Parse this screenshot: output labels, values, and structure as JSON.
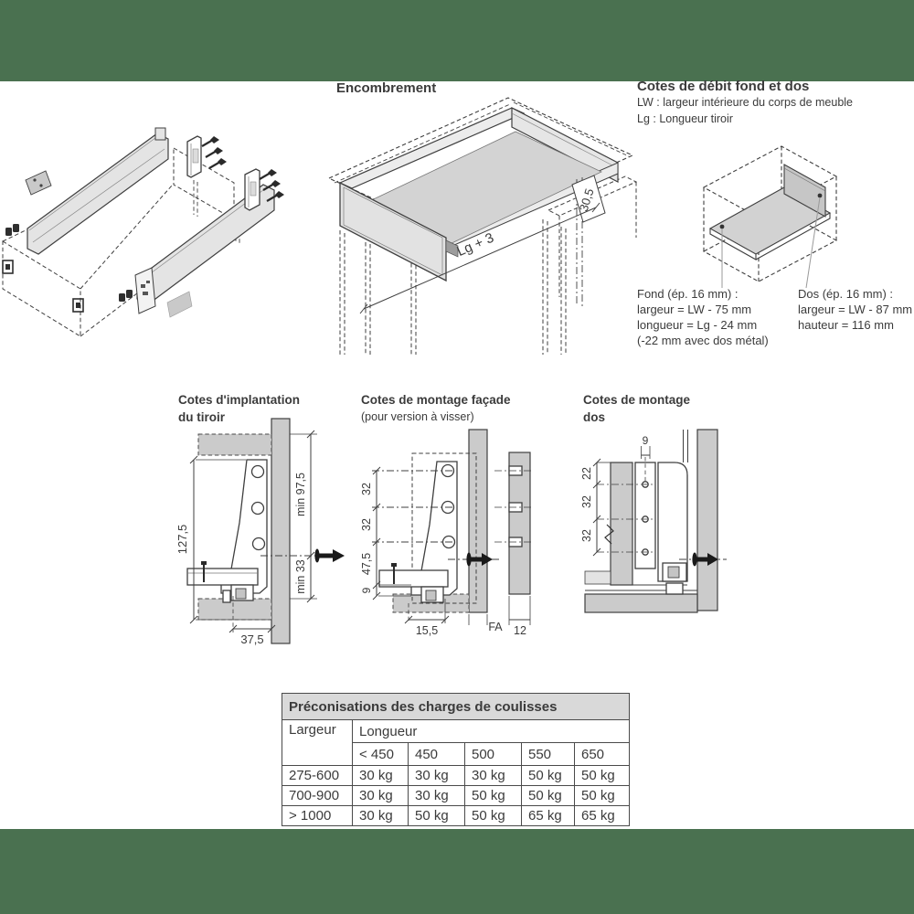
{
  "page": {
    "band_color": "#4a7150",
    "background": "#ffffff"
  },
  "encombrement": {
    "title": "Encombrement",
    "dim_depth": "Lg + 3",
    "dim_height": "30,5"
  },
  "cotes_debit": {
    "title": "Cotes de débit fond et dos",
    "legend_lw": "LW : largeur intérieure du corps de meuble",
    "legend_lg": "Lg : Longueur tiroir",
    "fond_title": "Fond (ép. 16 mm) :",
    "fond_line1": "largeur = LW - 75 mm",
    "fond_line2": "longueur = Lg - 24 mm",
    "fond_line3": "(-22 mm avec dos métal)",
    "dos_title": "Dos (ép. 16 mm) :",
    "dos_line1": "largeur = LW - 87 mm",
    "dos_line2": "hauteur = 116 mm"
  },
  "implantation": {
    "title1": "Cotes d'implantation",
    "title2": "du tiroir",
    "dim_total": "127,5",
    "dim_min_top": "min 97,5",
    "dim_min_bottom": "min 33",
    "dim_offset": "37,5"
  },
  "facade": {
    "title": "Cotes de montage façade",
    "subtitle": "(pour version à visser)",
    "dim_hole_top": "32",
    "dim_hole_mid": "32",
    "dim_lower": "47,5",
    "dim_base": "9",
    "dim_front": "15,5",
    "dim_fa": "FA",
    "dim_panel": "12"
  },
  "dos": {
    "title1": "Cotes de montage",
    "title2": "dos",
    "dim_edge": "9",
    "dim_top": "22",
    "dim_mid": "32",
    "dim_low": "32"
  },
  "table": {
    "title": "Préconisations des charges de coulisses",
    "col_width": "Largeur",
    "col_length": "Longueur",
    "length_headers": [
      "< 450",
      "450",
      "500",
      "550",
      "650"
    ],
    "rows": [
      {
        "width": "275-600",
        "values": [
          "30 kg",
          "30 kg",
          "30 kg",
          "50 kg",
          "50 kg"
        ]
      },
      {
        "width": "700-900",
        "values": [
          "30 kg",
          "30 kg",
          "50 kg",
          "50 kg",
          "50 kg"
        ]
      },
      {
        "width": "> 1000",
        "values": [
          "30 kg",
          "50 kg",
          "50 kg",
          "65 kg",
          "65 kg"
        ]
      }
    ]
  }
}
